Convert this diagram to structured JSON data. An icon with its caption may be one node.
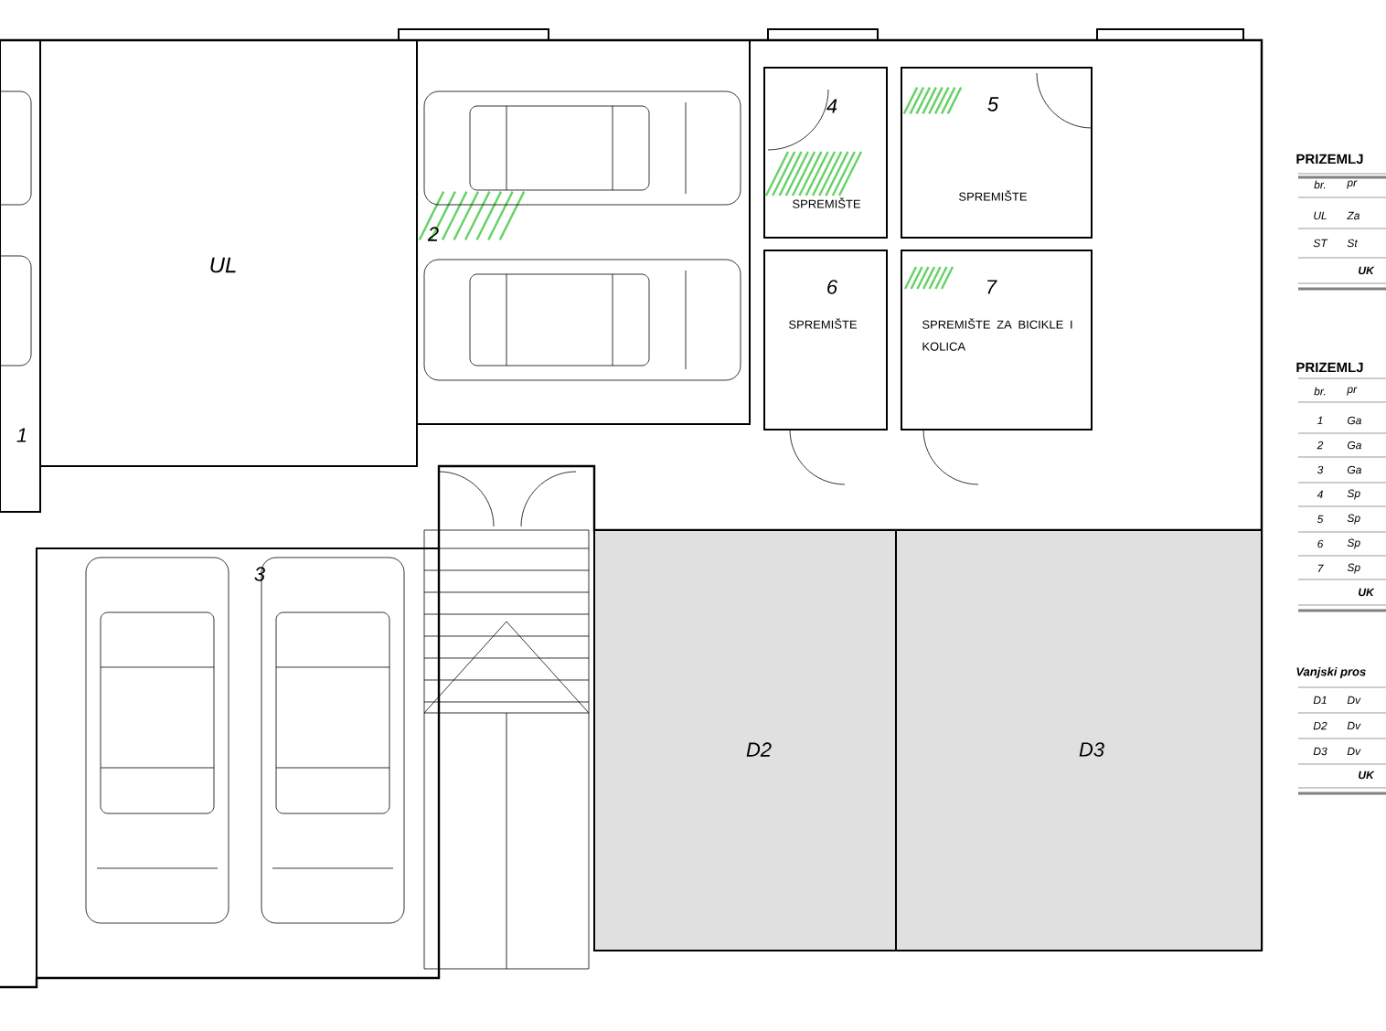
{
  "diagram": {
    "nodes": [
      {
        "text": [
          "UL"
        ]
      },
      {
        "text": [
          "1"
        ]
      },
      {
        "text": [
          "2"
        ]
      },
      {
        "text": [
          "3"
        ]
      },
      {
        "text": [
          "4",
          "SPREMIŠTE"
        ]
      },
      {
        "text": [
          "5",
          "SPREMIŠTE"
        ]
      },
      {
        "text": [
          "6",
          "SPREMIŠTE"
        ]
      },
      {
        "text": [
          "7",
          "SPREMIŠTE ZA BICIKLE I KOLICA"
        ]
      },
      {
        "text": [
          "D2"
        ]
      },
      {
        "text": [
          "D3"
        ]
      }
    ],
    "labels": [
      "PRIZEMLJ",
      "br.",
      "pr",
      "UL",
      "Za",
      "ST",
      "St",
      "UK",
      "PRIZEMLJ",
      "br.",
      "pr",
      "1",
      "Ga",
      "2",
      "Ga",
      "3",
      "Ga",
      "4",
      "Sp",
      "5",
      "Sp",
      "6",
      "Sp",
      "7",
      "Sp",
      "UK",
      "Vanjski pros",
      "D1",
      "Dv",
      "D2",
      "Dv",
      "D3",
      "Dv",
      "UK"
    ]
  }
}
